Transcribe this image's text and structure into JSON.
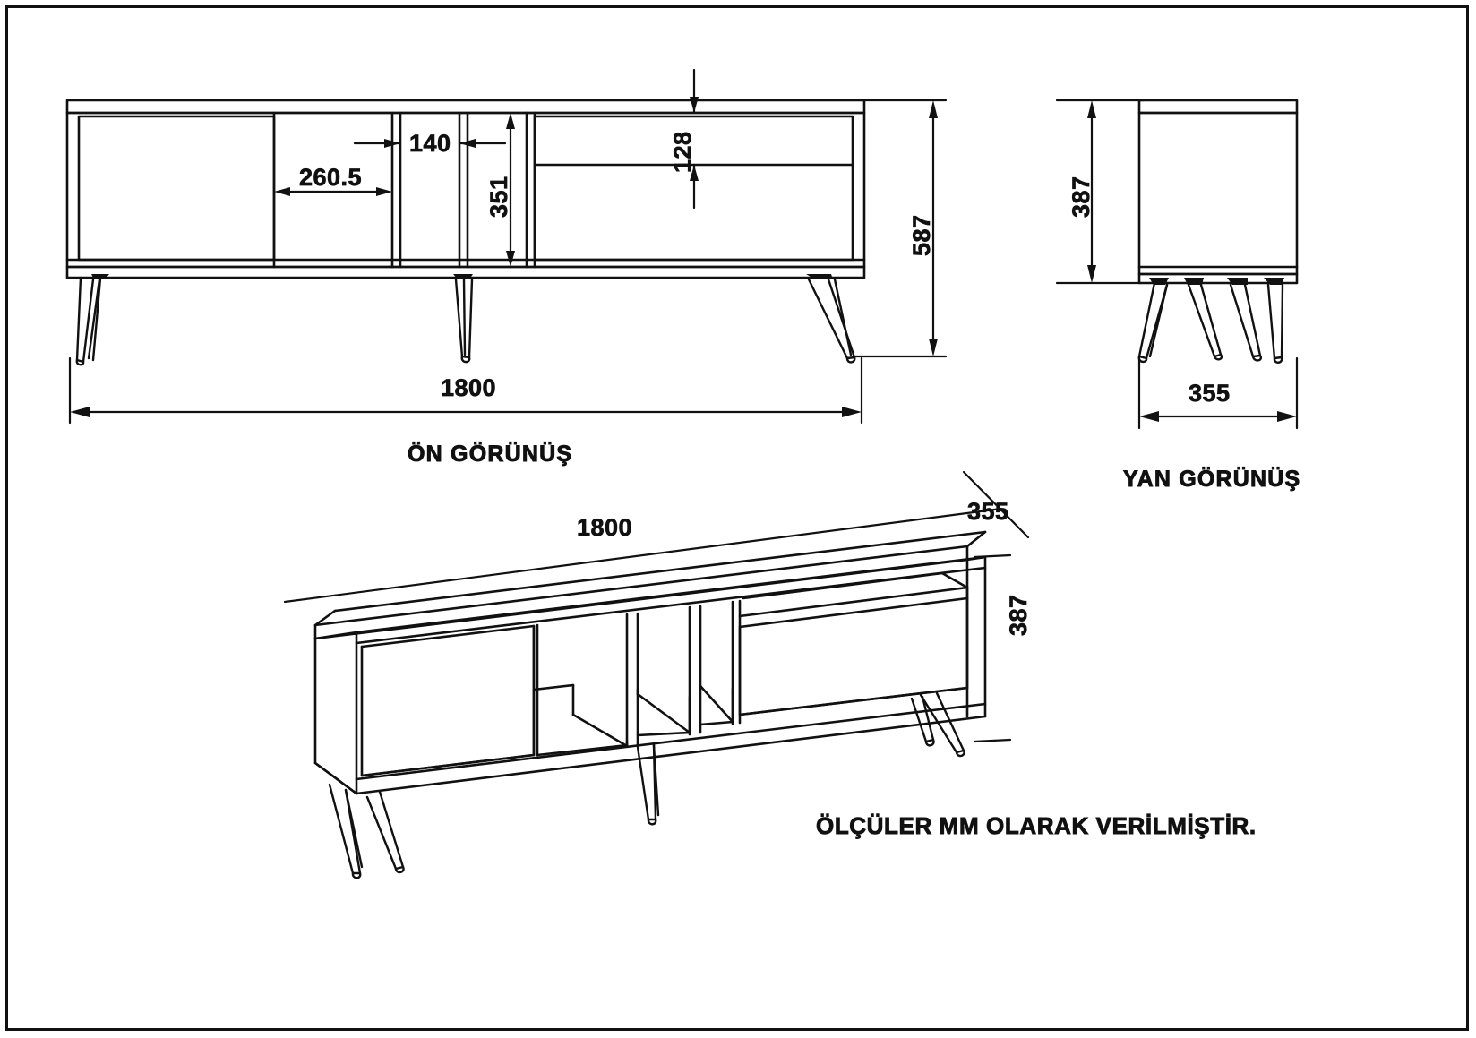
{
  "drawing": {
    "units_note": "ÖLÇÜLER MM OLARAK VERİLMİŞTİR.",
    "line_color": "#111111",
    "background_color": "#ffffff"
  },
  "front_view": {
    "label": "ÖN GÖRÜNÜŞ",
    "dimensions": {
      "compartment_width": "260.5",
      "divider_gap": "140",
      "inner_height": "351",
      "drawer_height": "128",
      "total_height": "587",
      "total_width": "1800"
    }
  },
  "side_view": {
    "label": "YAN GÖRÜNÜŞ",
    "dimensions": {
      "body_height": "387",
      "depth": "355"
    }
  },
  "iso_view": {
    "dimensions": {
      "length": "1800",
      "depth": "355",
      "height": "387"
    }
  }
}
